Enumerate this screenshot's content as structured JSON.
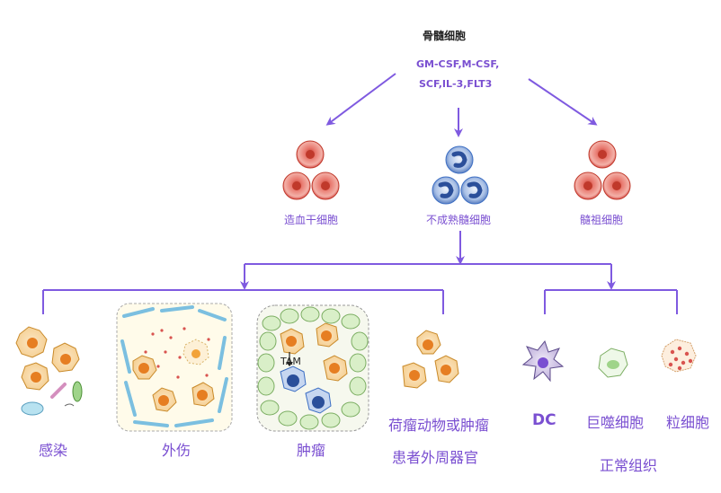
{
  "top": {
    "title": "骨髓细胞",
    "factors_line1": "GM-CSF,M-CSF,",
    "factors_line2": "SCF,IL-3,FLT3"
  },
  "progenitors": {
    "left": "造血干细胞",
    "middle": "不成熟髓细胞",
    "right": "髓祖细胞"
  },
  "conditions": {
    "infection": "感染",
    "trauma": "外伤",
    "tumor": "肿瘤",
    "tumor_bearing_line1": "荷瘤动物或肿瘤",
    "tumor_bearing_line2": "患者外周器官",
    "tam": "TAM"
  },
  "normal": {
    "dc": "DC",
    "macrophage": "巨噬细胞",
    "granulocyte": "粒细胞",
    "tissue": "正常组织"
  },
  "colors": {
    "accent": "#7a4fd1",
    "arrow": "#7f5ae0",
    "red_cell": "#d9534f",
    "blue_cell": "#3d6fc4",
    "orange_cell": "#f2a33a"
  }
}
